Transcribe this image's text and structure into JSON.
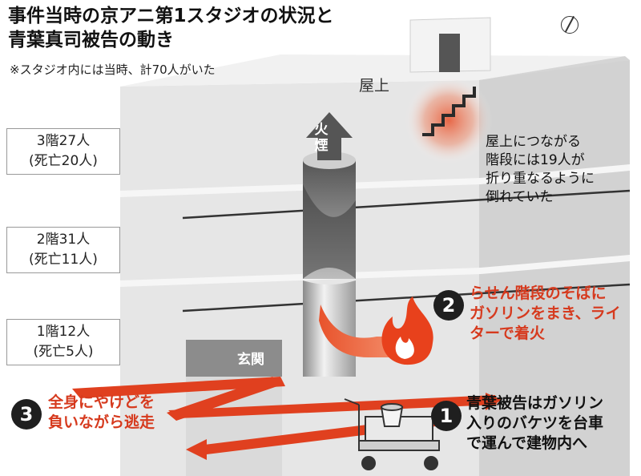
{
  "title_line1": "事件当時の京アニ第1スタジオの状況と",
  "title_line2": "青葉真司被告の動き",
  "note": "※スタジオ内には当時、計70人がいた",
  "roof_label": "屋上",
  "floors": [
    {
      "line1": "3階27人",
      "line2": "(死亡20人)"
    },
    {
      "line1": "2階31人",
      "line2": "(死亡11人)"
    },
    {
      "line1": "1階12人",
      "line2": "(死亡5人)"
    }
  ],
  "stairs_annotation": [
    "屋上につながる",
    "階段には19人が",
    "折り重なるように",
    "倒れていた"
  ],
  "smoke_label": [
    "火",
    "煙"
  ],
  "entrance_label": "玄関",
  "steps": [
    {
      "number": "1",
      "lines": [
        "青葉被告はガソリン",
        "入りのバケツを台車",
        "で運んで建物内へ"
      ]
    },
    {
      "number": "2",
      "lines": [
        "らせん階段のそばに",
        "ガソリンをまき、ライ",
        "ターで着火"
      ]
    },
    {
      "number": "3",
      "lines": [
        "全身にやけどを",
        "負いながら逃走"
      ]
    }
  ],
  "colors": {
    "accent_red": "#e0401f",
    "step_red_text": "#d63a1e",
    "building_face": "#e4e4e4",
    "building_side": "#cfcfcf"
  }
}
